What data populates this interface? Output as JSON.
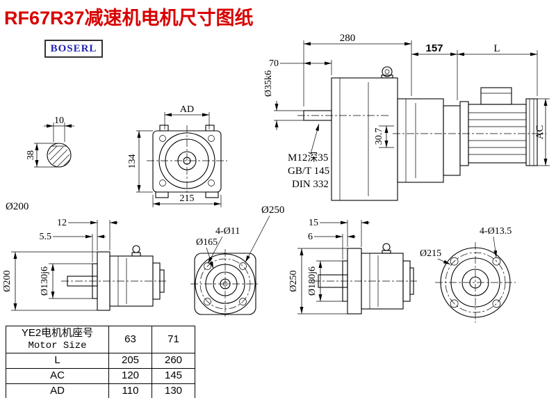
{
  "title": "RF67R37减速机电机尺寸图纸",
  "logo": "BOSERL",
  "labels": {
    "shaft_section": {
      "w": "10",
      "h": "38"
    },
    "front_view": {
      "ad": "AD",
      "h": "134",
      "w": "215"
    },
    "main_view": {
      "total": "280",
      "shaft_len": "70",
      "shaft_dia": "Ø35k6",
      "tap": "M12深35",
      "std1": "GB/T 145",
      "std2": "DIN 332",
      "depth": "30.7",
      "adapter": "157",
      "motor_len": "L",
      "motor_h": "AC"
    },
    "flangeA": {
      "d12": "12",
      "d55": "5.5",
      "od": "Ø200",
      "spigot": "Ø130j6"
    },
    "flangeB": {
      "spigot": "Ø165",
      "holes": "4-Ø11",
      "od": "Ø250"
    },
    "flangeC": {
      "d15": "15",
      "d6": "6",
      "od": "Ø250",
      "spigot": "Ø180j6"
    },
    "flangeD": {
      "od": "Ø215",
      "holes": "4-Ø13.5"
    },
    "loose": {
      "dia200": "Ø200"
    }
  },
  "table": {
    "header": {
      "line1": "YE2电机机座号",
      "line2": "Motor Size",
      "col1": "63",
      "col2": "71"
    },
    "rows": [
      {
        "label": "L",
        "v1": "205",
        "v2": "260"
      },
      {
        "label": "AC",
        "v1": "120",
        "v2": "145"
      },
      {
        "label": "AD",
        "v1": "110",
        "v2": "130"
      }
    ]
  }
}
